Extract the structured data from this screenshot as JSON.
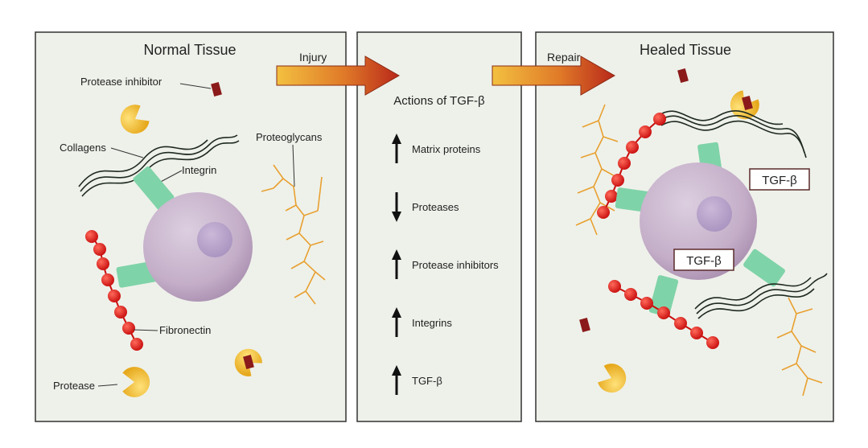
{
  "panels": {
    "left": {
      "title": "Normal Tissue"
    },
    "middle": {
      "title": "Actions of TGF-β"
    },
    "right": {
      "title": "Healed Tissue"
    }
  },
  "arrows": {
    "injury": "Injury",
    "repair": "Repair"
  },
  "left_labels": {
    "protease_inhibitor": "Protease inhibitor",
    "collagens": "Collagens",
    "integrin": "Integrin",
    "proteoglycans": "Proteoglycans",
    "fibronectin": "Fibronectin",
    "protease": "Protease"
  },
  "actions": [
    {
      "direction": "up",
      "label": "Matrix proteins"
    },
    {
      "direction": "down",
      "label": "Proteases"
    },
    {
      "direction": "up",
      "label": "Protease inhibitors"
    },
    {
      "direction": "up",
      "label": "Integrins"
    },
    {
      "direction": "up",
      "label": "TGF-β"
    }
  ],
  "right_labels": {
    "tgf_box_1": "TGF-β",
    "tgf_box_2": "TGF-β"
  },
  "colors": {
    "panel_fill": "#eef1ea",
    "cell": "#c4aec8",
    "integrin": "#7fd3a8",
    "fibronectin": "#e01818",
    "proteoglycan": "#e8a030",
    "protease": "#f2c230",
    "inhibitor": "#8b1a1a",
    "arrow": "#c2401a"
  }
}
